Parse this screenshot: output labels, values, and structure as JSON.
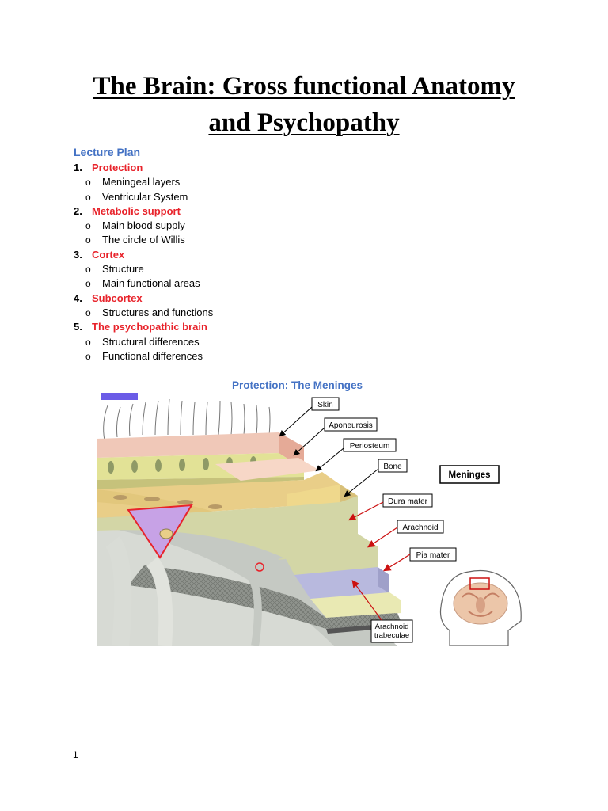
{
  "document": {
    "title_line1": "The Brain: Gross functional Anatomy",
    "title_line2": "and Psychopathy",
    "page_number": "1"
  },
  "lecture_plan": {
    "heading": "Lecture Plan",
    "items": [
      {
        "number": "1.",
        "heading": "Protection",
        "subitems": [
          "Meningeal layers",
          "Ventricular System"
        ]
      },
      {
        "number": "2.",
        "heading": "Metabolic support",
        "subitems": [
          "Main blood supply",
          "The circle of Willis"
        ]
      },
      {
        "number": "3.",
        "heading": "Cortex",
        "subitems": [
          "Structure",
          "Main functional areas"
        ]
      },
      {
        "number": "4.",
        "heading": "Subcortex",
        "subitems": [
          "Structures and functions"
        ]
      },
      {
        "number": "5.",
        "heading": "The psychopathic brain",
        "subitems": [
          "Structural differences",
          "Functional differences"
        ]
      }
    ],
    "bullet": "o"
  },
  "figure": {
    "title": "Protection: The Meninges",
    "labels": {
      "skin": "Skin",
      "aponeurosis": "Aponeurosis",
      "periosteum": "Periosteum",
      "bone": "Bone",
      "meninges": "Meninges",
      "dura": "Dura mater",
      "arachnoid": "Arachnoid",
      "pia": "Pia mater",
      "trabeculae_line1": "Arachnoid",
      "trabeculae_line2": "trabeculae"
    },
    "colors": {
      "black_arrow": "#000000",
      "red_arrow": "#cc1111",
      "skin": "#f0c8b8",
      "fat": "#e2e296",
      "periosteum": "#f7d7c7",
      "bone": "#e9ce88",
      "bone_spots": "#b89a66",
      "dura": "#d3d6a6",
      "arachnoid": "#b8b9de",
      "pia": "#e9e9b3",
      "sinus": "#c7a2e6",
      "grey_matter": "#c5c9c3"
    }
  }
}
